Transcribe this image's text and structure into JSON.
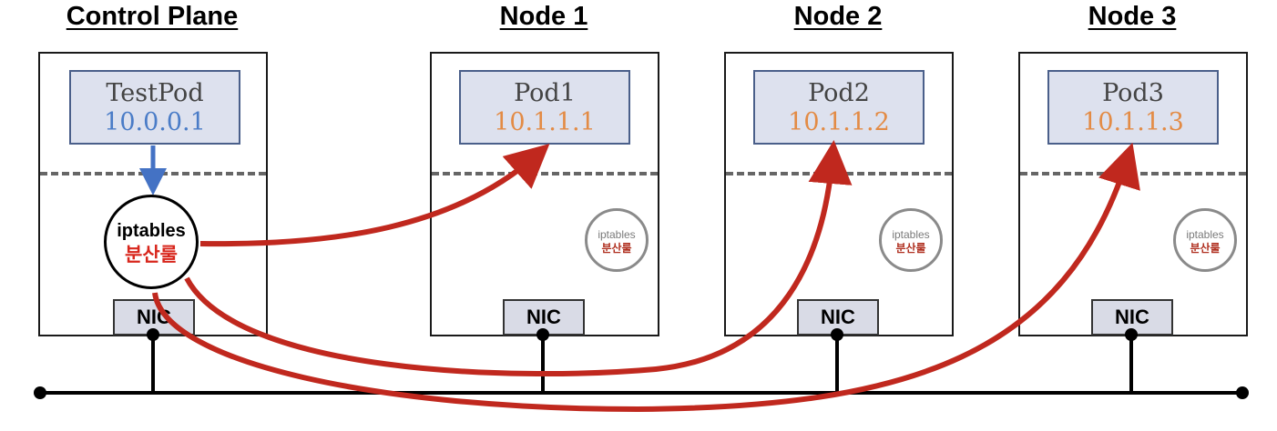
{
  "headings": {
    "control_plane": "Control Plane",
    "node1": "Node 1",
    "node2": "Node 2",
    "node3": "Node 3"
  },
  "pods": {
    "test_pod": {
      "name": "TestPod",
      "ip": "10.0.0.1"
    },
    "pod1": {
      "name": "Pod1",
      "ip": "10.1.1.1"
    },
    "pod2": {
      "name": "Pod2",
      "ip": "10.1.1.2"
    },
    "pod3": {
      "name": "Pod3",
      "ip": "10.1.1.3"
    }
  },
  "iptables": {
    "label": "iptables",
    "rule": "분산룰"
  },
  "nic_label": "NIC",
  "colors": {
    "pod_fill": "#dde1ee",
    "pod_border": "#4a5f8a",
    "control_ip": "#4a7cc7",
    "node_ip": "#e38b45",
    "route_arrow": "#c0281e",
    "local_arrow": "#4472c4",
    "rule_text": "#d8261c"
  }
}
